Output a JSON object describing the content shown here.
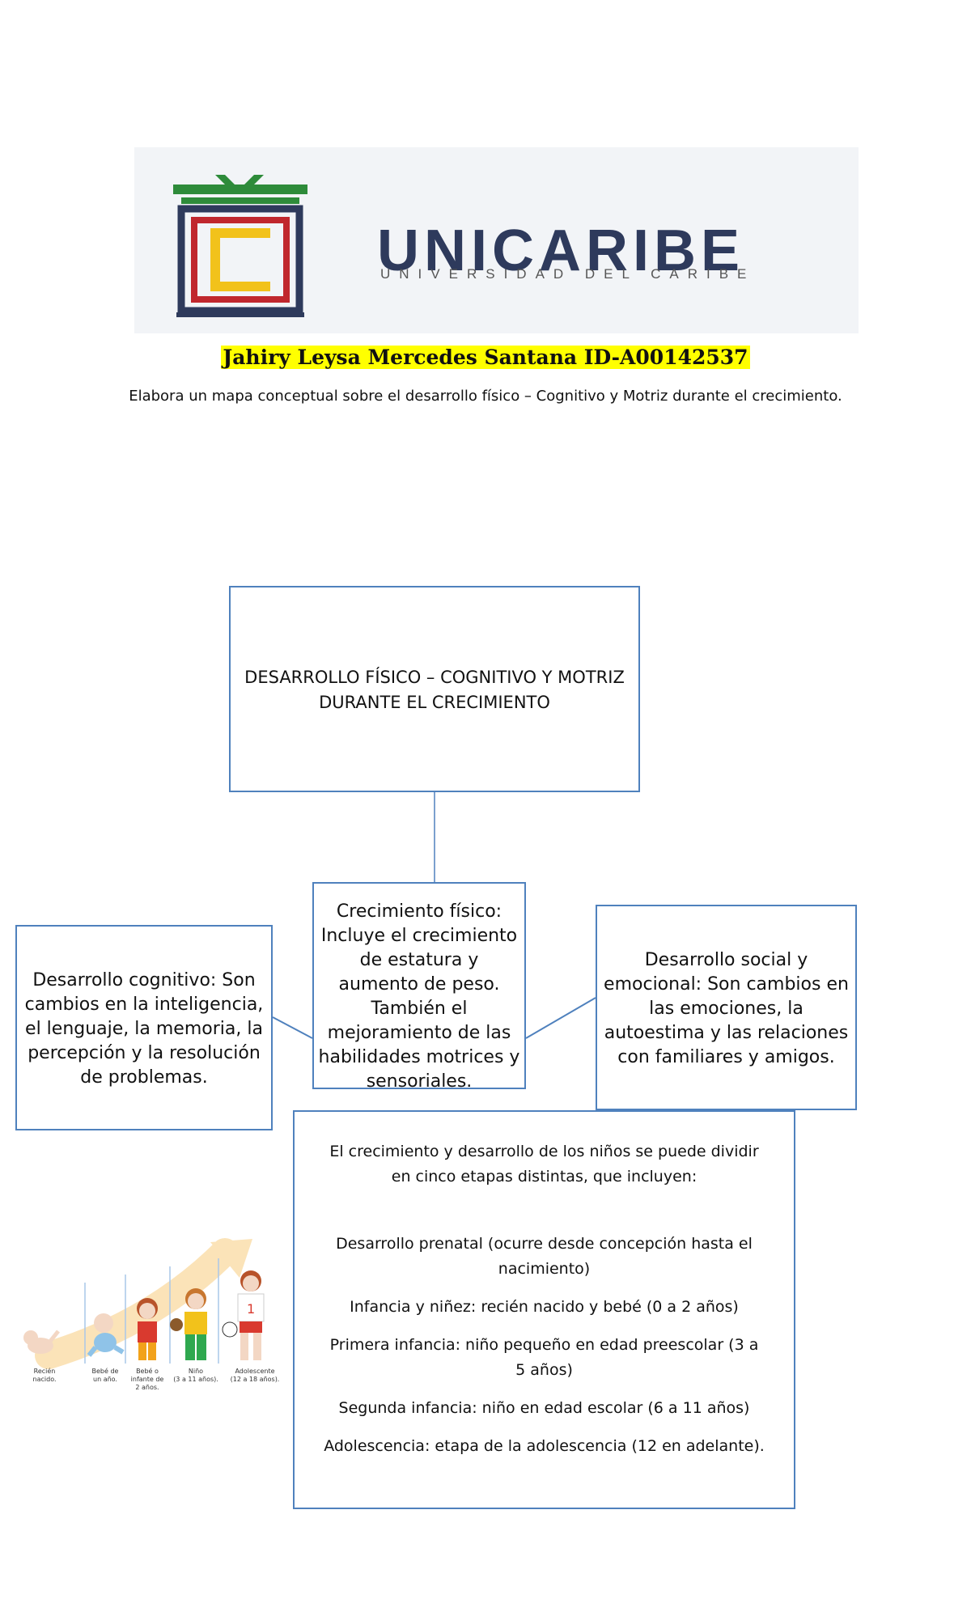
{
  "logo": {
    "brand": "UNICARIBE",
    "subtitle": "UNIVERSIDAD DEL CARIBE",
    "colors": {
      "navy": "#2e3a5c",
      "green": "#2e8b3a",
      "red": "#c0272d",
      "yellow": "#f2c21b",
      "gray": "#6b6b6b"
    }
  },
  "header": {
    "author": "Jahiry Leysa Mercedes Santana ID-A00142537",
    "task": "Elabora un mapa conceptual sobre el desarrollo físico – Cognitivo y Motriz durante el crecimiento."
  },
  "map": {
    "main": {
      "line1": "DESARROLLO FÍSICO – COGNITIVO Y MOTRIZ",
      "line2": "DURANTE EL CRECIMIENTO"
    },
    "physical": "Crecimiento físico: Incluye el crecimiento de estatura y aumento de peso. También el mejoramiento de las habilidades motrices y sensoriales.",
    "cognitive": "Desarrollo cognitivo: Son cambios en la inteligencia, el lenguaje, la memoria, la percepción y la resolución de problemas.",
    "social": "Desarrollo social y emocional: Son cambios en las emociones, la autoestima y las relaciones con familiares y amigos.",
    "border_color": "#4f81bd"
  },
  "stages": {
    "intro": "El crecimiento y desarrollo de los niños se puede dividir en cinco etapas distintas, que incluyen:",
    "items": [
      "Desarrollo prenatal (ocurre desde concepción hasta el nacimiento)",
      "Infancia y niñez: recién nacido y bebé (0 a 2 años)",
      "Primera infancia: niño pequeño en edad preescolar (3 a 5 años)",
      "Segunda infancia: niño en edad escolar (6 a 11 años)",
      "Adolescencia: etapa de la adolescencia (12 en adelante)."
    ]
  },
  "illustration": {
    "labels": [
      {
        "line1": "Recién",
        "line2": "nacido.",
        "line3": ""
      },
      {
        "line1": "Bebé de",
        "line2": "un año.",
        "line3": ""
      },
      {
        "line1": "Bebé o",
        "line2": "infante de",
        "line3": "2 años."
      },
      {
        "line1": "Niño",
        "line2": "(3 a 11 años).",
        "line3": ""
      },
      {
        "line1": "Adolescente",
        "line2": "(12 a 18 años).",
        "line3": ""
      }
    ]
  }
}
